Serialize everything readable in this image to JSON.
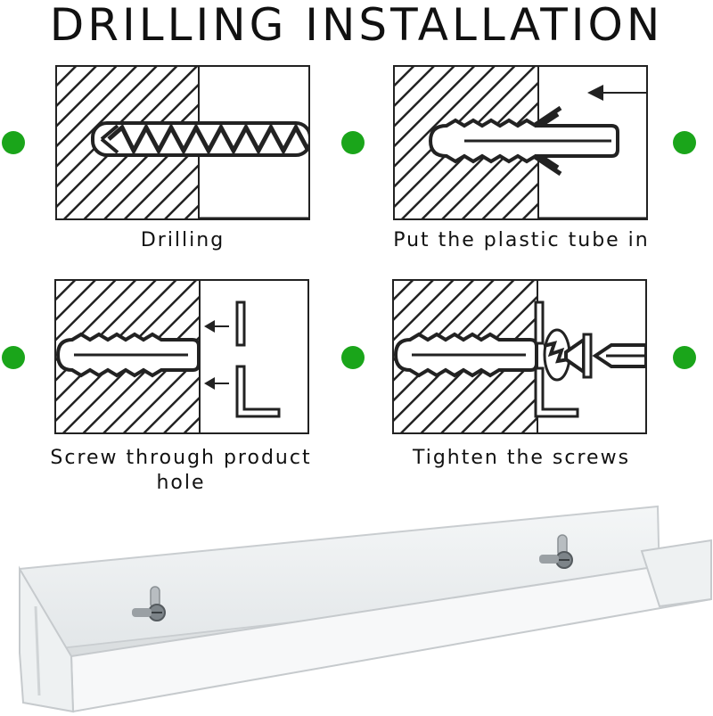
{
  "title": "DRILLING INSTALLATION",
  "steps": [
    {
      "caption": "Drilling"
    },
    {
      "caption": "Put the plastic tube in"
    },
    {
      "caption": "Screw through product\nhole"
    },
    {
      "caption": "Tighten the screws"
    }
  ],
  "colors": {
    "dot": "#1aa51a",
    "line": "#222222"
  }
}
